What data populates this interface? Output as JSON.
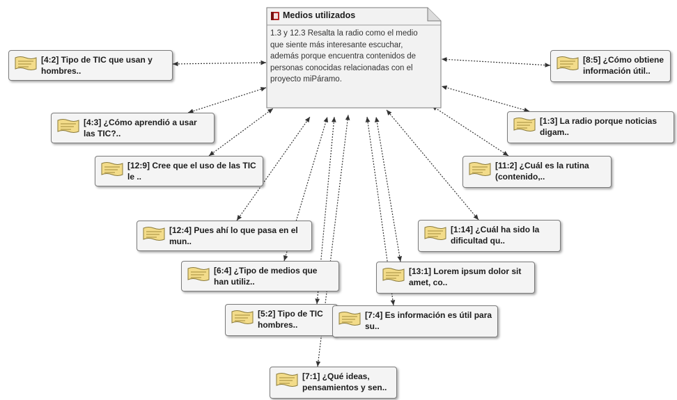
{
  "memo": {
    "title": "Medios utilizados",
    "body": "1.3 y 12.3 Resalta la radio como el medio que siente más interesante escuchar, además porque encuentra contenidos de personas conocidas relacionadas con el proyecto miPáramo."
  },
  "quotations": [
    {
      "id": "q-4-2",
      "text": "[4:2] Tipo de TIC que usan y hombres.."
    },
    {
      "id": "q-4-3",
      "text": "[4:3] ¿Cómo aprendió a usar las TIC?.."
    },
    {
      "id": "q-12-9",
      "text": "[12:9] Cree que el uso de las TIC le .."
    },
    {
      "id": "q-12-4",
      "text": "[12:4] Pues ahí lo que pasa en el mun.."
    },
    {
      "id": "q-6-4",
      "text": "[6:4] ¿Tipo de medios que han utiliz.."
    },
    {
      "id": "q-5-2",
      "text": "[5:2] Tipo de TIC hombres.."
    },
    {
      "id": "q-7-1",
      "text": "[7:1] ¿Qué ideas, pensamientos y sen.."
    },
    {
      "id": "q-7-4",
      "text": "[7:4] Es información es útil para su.."
    },
    {
      "id": "q-13-1",
      "text": "[13:1] Lorem ipsum dolor sit amet, co.."
    },
    {
      "id": "q-1-14",
      "text": "[1:14] ¿Cuál ha sido la dificultad qu.."
    },
    {
      "id": "q-11-2",
      "text": "[11:2] ¿Cuál es la rutina (contenido,.."
    },
    {
      "id": "q-1-3",
      "text": "[1:3] La radio porque noticias digam.."
    },
    {
      "id": "q-8-5",
      "text": "[8:5] ¿Cómo obtiene información útil.."
    }
  ],
  "colors": {
    "node_bg": "#f4f4f4",
    "node_border": "#7a7a7a",
    "memo_bg": "#f2f2f2",
    "link": "#333333",
    "quote_icon": "#f3dc8a",
    "memo_icon": "#b22222"
  },
  "icons": {
    "memo": "memo-icon",
    "quotation": "quotation-icon"
  }
}
